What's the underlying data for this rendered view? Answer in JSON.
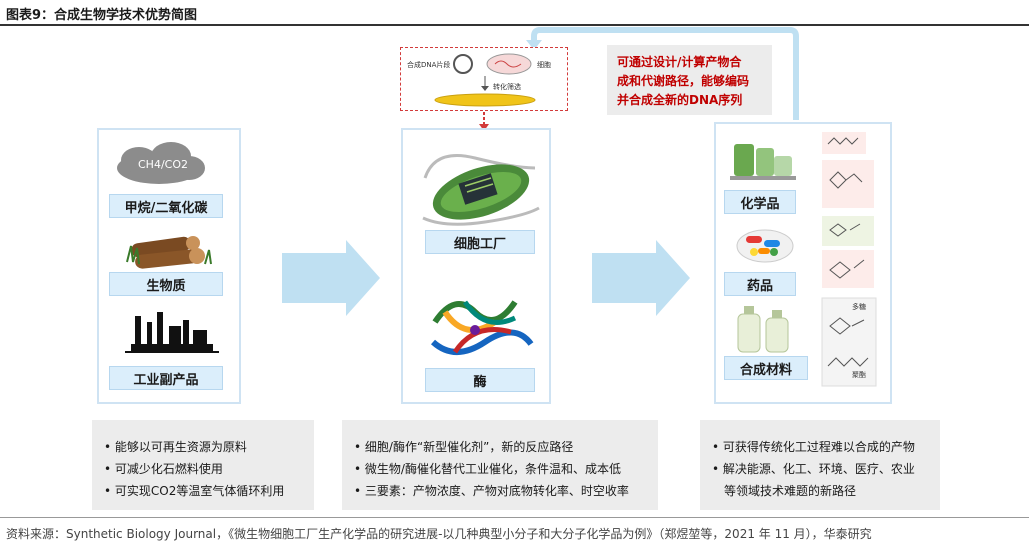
{
  "figure": {
    "title": "图表9：合成生物学技术优势简图",
    "source": "资料来源：Synthetic Biology Journal，《微生物细胞工厂生产化学品的研究进展-以几种典型小分子和大分子化学品为例》（郑煜堃等，2021 年 11 月），华泰研究"
  },
  "inputs": {
    "cloud_label": "CH4/CO2",
    "items": [
      {
        "label": "甲烷/二氧化碳"
      },
      {
        "label": "生物质"
      },
      {
        "label": "工业副产品"
      }
    ]
  },
  "middle": {
    "items": [
      {
        "label": "细胞工厂"
      },
      {
        "label": "酶"
      }
    ],
    "dna_box": {
      "dna_label": "合成DNA片段",
      "cell_label": "细胞",
      "transform_label": "转化筛选"
    }
  },
  "outputs": {
    "items": [
      {
        "label": "化学品"
      },
      {
        "label": "药品"
      },
      {
        "label": "合成材料"
      }
    ],
    "struct_labels": [
      "多糖",
      "聚酯"
    ]
  },
  "note": {
    "lines": [
      "可通过设计/计算产物合",
      "成和代谢路径，能够编码",
      "并合成全新的DNA序列"
    ]
  },
  "bullets": {
    "left": [
      "能够以可再生资源为原料",
      "可减少化石燃料使用",
      "可实现CO2等温室气体循环利用"
    ],
    "middle": [
      "细胞/酶作“新型催化剂”，新的反应路径",
      "微生物/酶催化替代工业催化，条件温和、成本低",
      "三要素：产物浓度、产物对底物转化率、时空收率"
    ],
    "right": [
      "可获得传统化工过程难以合成的产物",
      "解决能源、化工、环境、医疗、农业",
      "等领域技术难题的新路径"
    ]
  },
  "colors": {
    "arrow": "#bfe0f2",
    "panel_border": "#cfe3f3",
    "label_fill": "#dbeefb",
    "note_text": "#c00000",
    "red_dash": "#d23b3b"
  }
}
